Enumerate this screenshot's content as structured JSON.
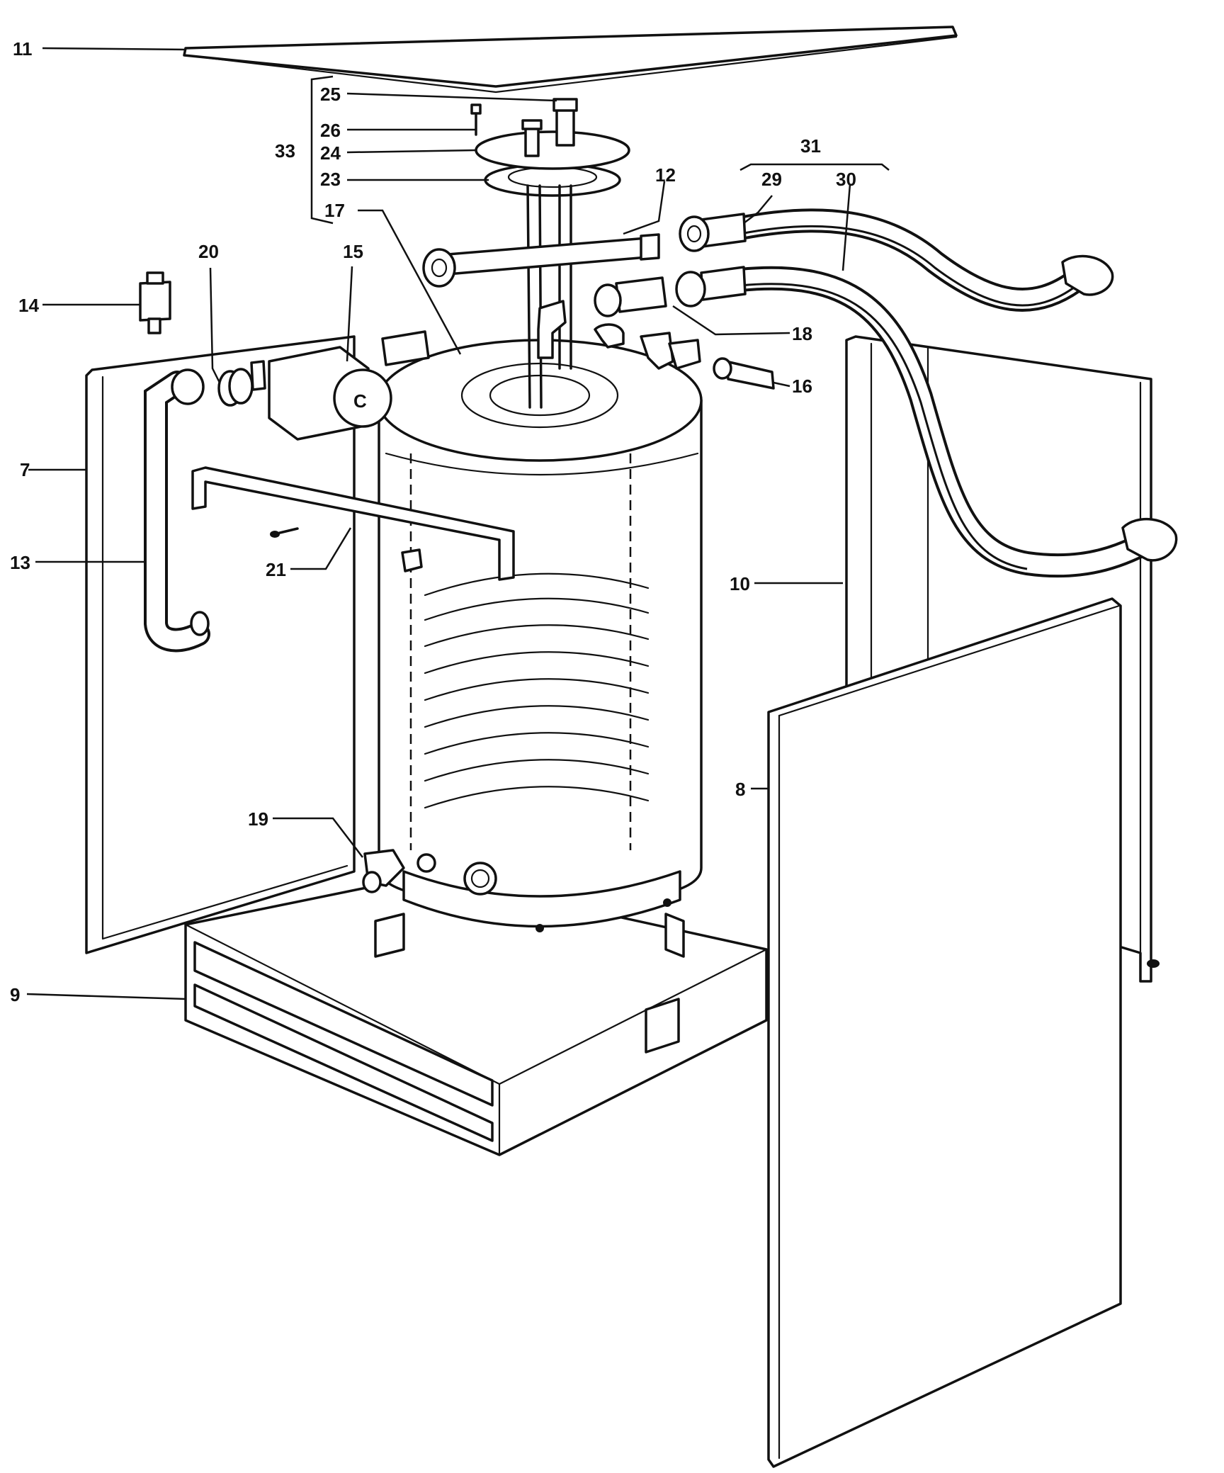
{
  "diagram": {
    "callouts": [
      {
        "id": "11",
        "text": "11"
      },
      {
        "id": "25",
        "text": "25"
      },
      {
        "id": "26",
        "text": "26"
      },
      {
        "id": "33",
        "text": "33"
      },
      {
        "id": "24",
        "text": "24"
      },
      {
        "id": "23",
        "text": "23"
      },
      {
        "id": "17",
        "text": "17"
      },
      {
        "id": "12",
        "text": "12"
      },
      {
        "id": "31",
        "text": "31"
      },
      {
        "id": "29",
        "text": "29"
      },
      {
        "id": "30",
        "text": "30"
      },
      {
        "id": "20",
        "text": "20"
      },
      {
        "id": "15",
        "text": "15"
      },
      {
        "id": "14",
        "text": "14"
      },
      {
        "id": "18",
        "text": "18"
      },
      {
        "id": "16",
        "text": "16"
      },
      {
        "id": "7",
        "text": "7"
      },
      {
        "id": "13",
        "text": "13"
      },
      {
        "id": "21",
        "text": "21"
      },
      {
        "id": "10",
        "text": "10"
      },
      {
        "id": "8",
        "text": "8"
      },
      {
        "id": "19",
        "text": "19"
      },
      {
        "id": "9",
        "text": "9"
      }
    ],
    "pump_mark": "C"
  }
}
